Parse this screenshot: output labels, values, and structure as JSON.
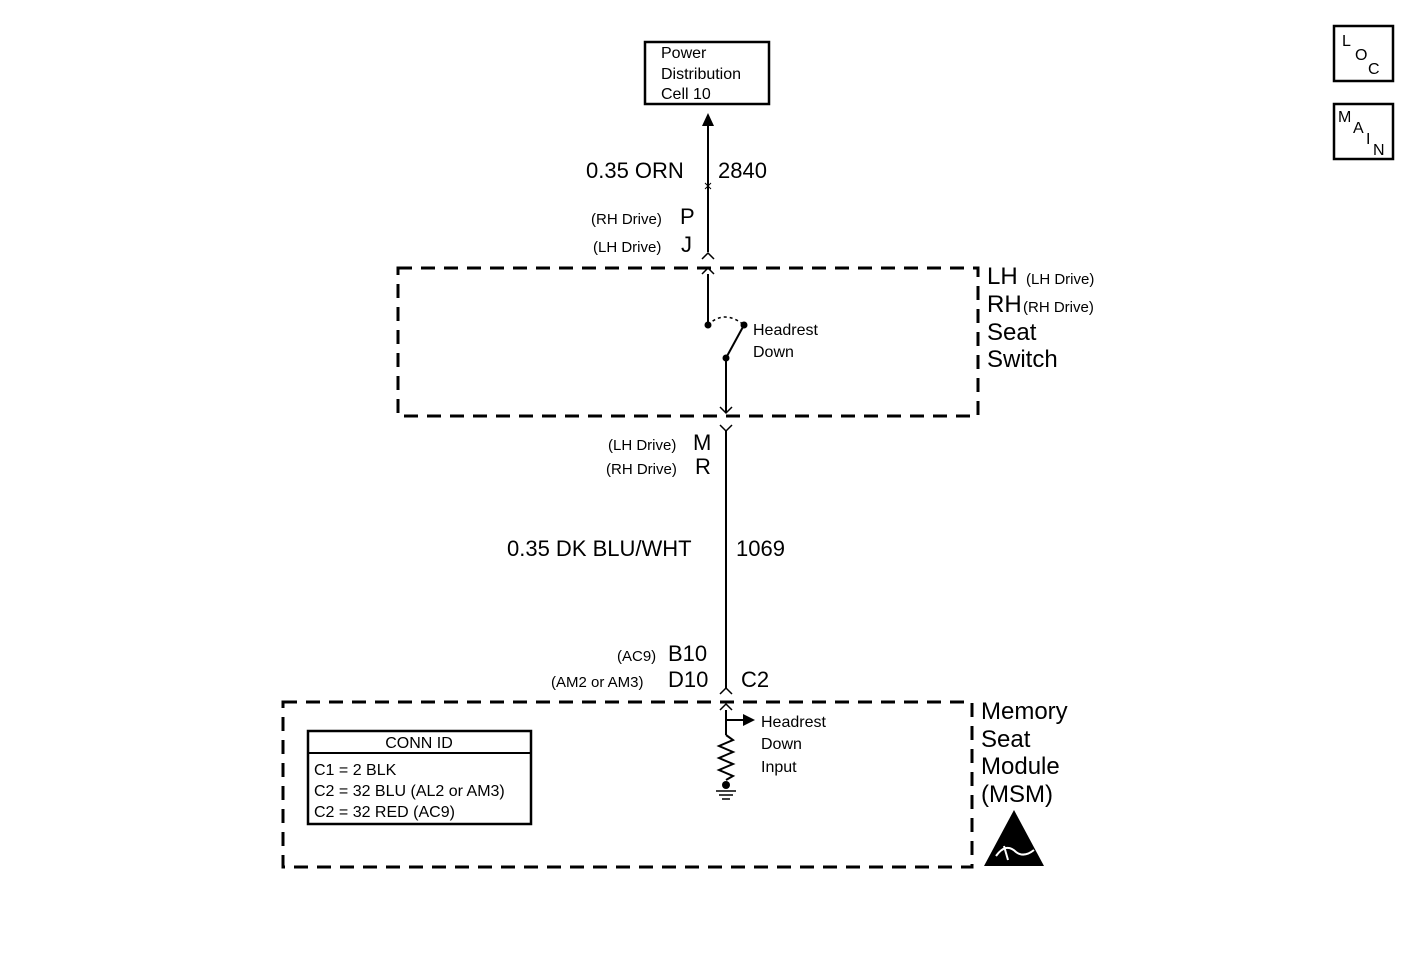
{
  "nav": {
    "loc": [
      "L",
      "O",
      "C"
    ],
    "main": [
      "M",
      "A",
      "I",
      "N"
    ]
  },
  "power": {
    "lines": [
      "Power",
      "Distribution",
      "Cell 10"
    ]
  },
  "wire_top": {
    "gauge_color": "0.35 ORN",
    "circuit": "2840"
  },
  "conn_top": {
    "rh_note": "(RH Drive)",
    "rh_pin": "P",
    "lh_note": "(LH Drive)",
    "lh_pin": "J"
  },
  "seat_switch": {
    "line1_main": "LH",
    "line1_note": "(LH Drive)",
    "line2_main": "RH",
    "line2_note": "(RH Drive)",
    "line3": "Seat",
    "line4": "Switch",
    "switch_label": [
      "Headrest",
      "Down"
    ]
  },
  "conn_mid": {
    "lh_note": "(LH Drive)",
    "lh_pin": "M",
    "rh_note": "(RH Drive)",
    "rh_pin": "R"
  },
  "wire_mid": {
    "gauge_color": "0.35 DK BLU/WHT",
    "circuit": "1069"
  },
  "conn_bottom": {
    "ac9_note": "(AC9)",
    "ac9_pin": "B10",
    "am_note": "(AM2 or AM3)",
    "am_pin": "D10",
    "connector": "C2"
  },
  "msm": {
    "lines": [
      "Memory",
      "Seat",
      "Module",
      "(MSM)"
    ],
    "input_label": [
      "Headrest",
      "Down",
      "Input"
    ],
    "esd_icon": "esd-warning-icon"
  },
  "conn_id": {
    "title": "CONN ID",
    "rows": [
      "C1 = 2 BLK",
      "C2 = 32 BLU (AL2 or AM3)",
      "C2 = 32 RED (AC9)"
    ]
  }
}
